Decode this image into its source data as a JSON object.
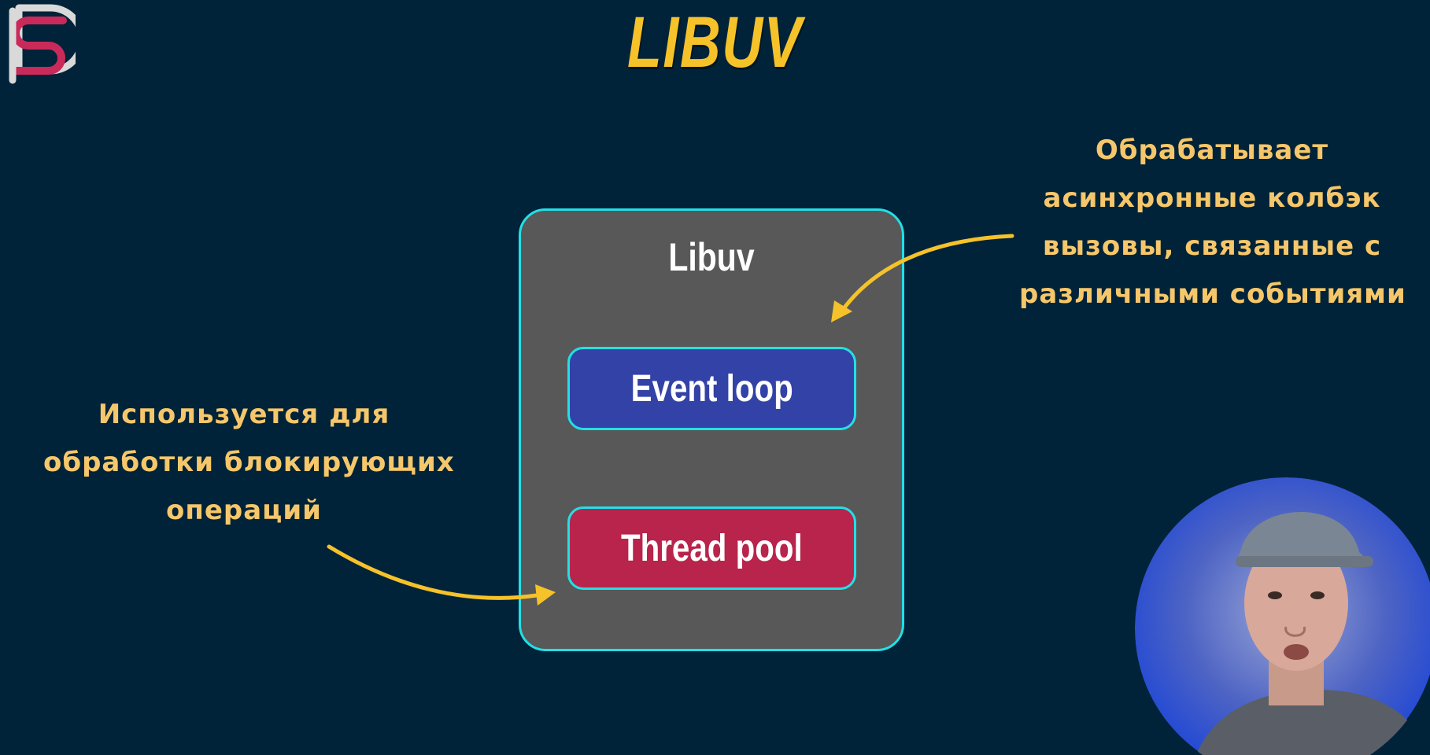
{
  "title": "LIBUV",
  "diagram": {
    "container_label": "Libuv",
    "event_loop_label": "Event loop",
    "thread_pool_label": "Thread pool"
  },
  "annotations": {
    "right": {
      "lines": [
        "Обрабатывает",
        "асинхронные колбэк",
        "вызовы, связанные с",
        "различными событиями"
      ]
    },
    "left": {
      "lines": [
        "Используется для",
        "обработки блокирующих",
        "операций"
      ]
    }
  },
  "colors": {
    "background": "#002339",
    "title": "#f6c22a",
    "annotation_text": "#f6c76a",
    "arrow": "#f6c22a",
    "box_border": "#22e0e6",
    "container_fill": "#585858",
    "event_loop_fill": "#3342a6",
    "thread_pool_fill": "#b8244b"
  },
  "icons": {
    "channel_logo": "channel-logo-icon",
    "presenter": "presenter-avatar"
  }
}
